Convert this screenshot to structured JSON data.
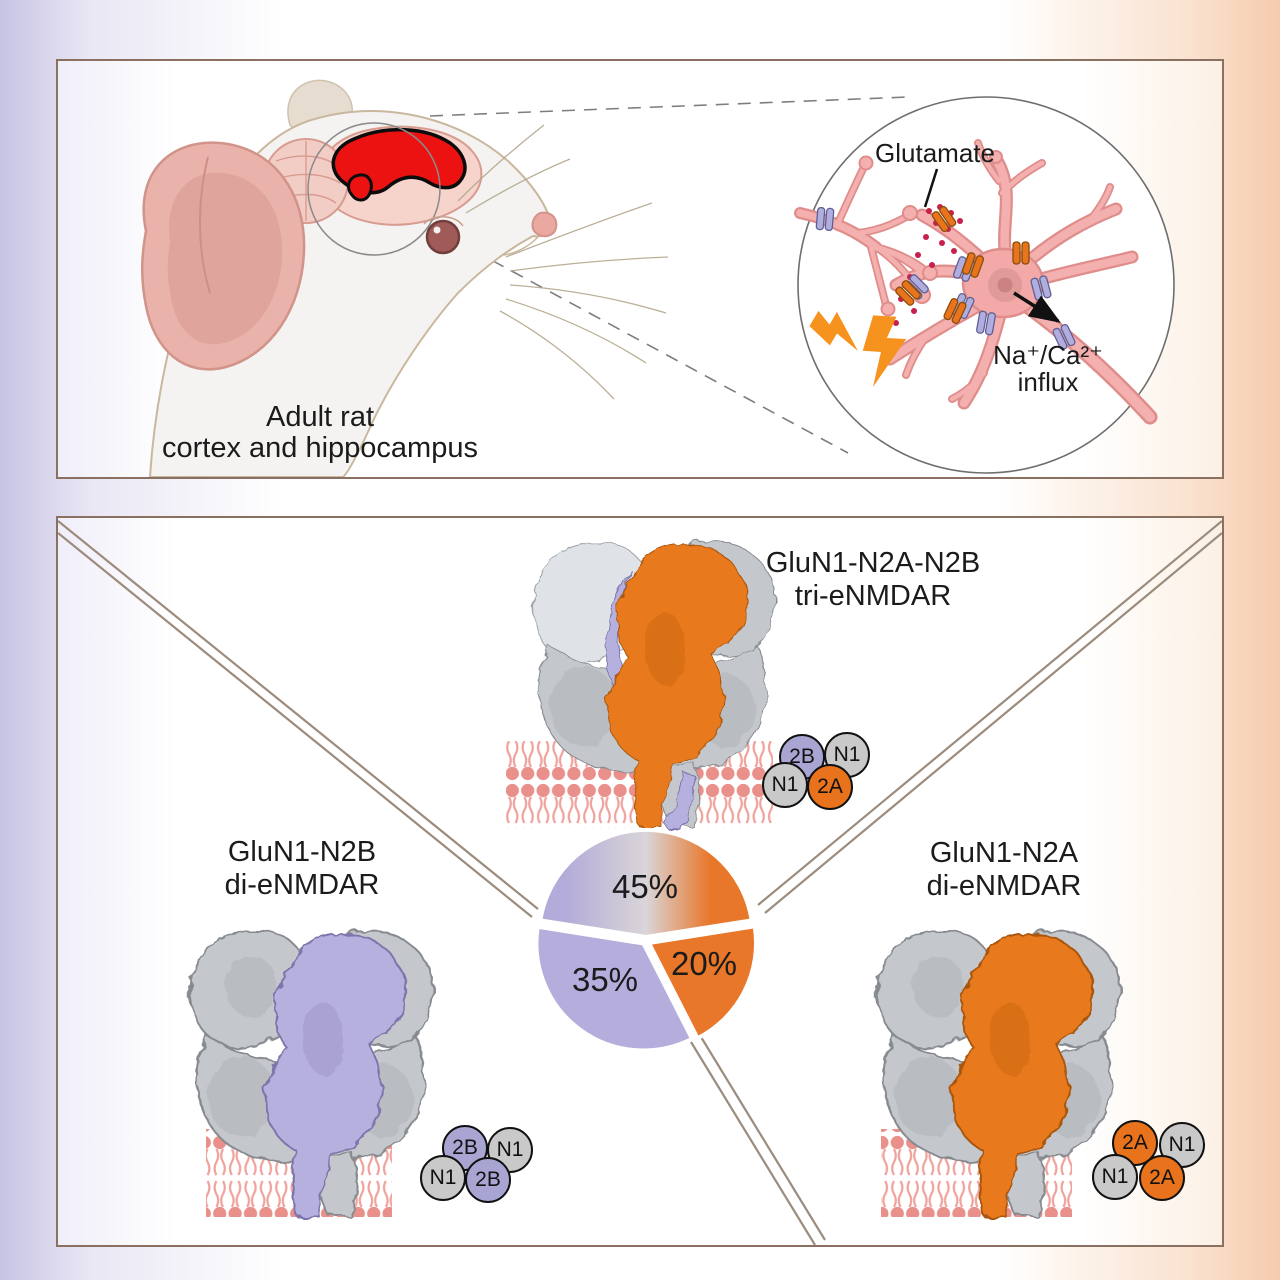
{
  "figure": {
    "top_panel": {
      "caption": {
        "line1": "Adult rat",
        "line2": "cortex and hippocampus"
      },
      "inset": {
        "glutamate_label": "Glutamate",
        "influx": {
          "line1": "Na⁺/Ca²⁺",
          "line2": "influx"
        }
      }
    },
    "bottom_panel": {
      "tri": {
        "title_line1": "GluN1-N2A-N2B",
        "title_line2": "tri-eNMDAR",
        "badges": [
          "2B",
          "N1",
          "N1",
          "2A"
        ],
        "share": "45%"
      },
      "left_di": {
        "title_line1": "GluN1-N2B",
        "title_line2": "di-eNMDAR",
        "badges": [
          "2B",
          "N1",
          "N1",
          "2B"
        ],
        "share": "35%"
      },
      "right_di": {
        "title_line1": "GluN1-N2A",
        "title_line2": "di-eNMDAR",
        "badges": [
          "2A",
          "N1",
          "N1",
          "2A"
        ],
        "share": "20%"
      }
    }
  },
  "chart_data": {
    "type": "pie",
    "title": "",
    "slices": [
      {
        "label": "GluN1-N2A-N2B tri-eNMDAR",
        "value": 45,
        "display": "45%",
        "color": "gradient #b3abd9 to #e8772a"
      },
      {
        "label": "GluN1-N2B di-eNMDAR",
        "value": 35,
        "display": "35%",
        "color": "#b5aedd"
      },
      {
        "label": "GluN1-N2A di-eNMDAR",
        "value": 20,
        "display": "20%",
        "color": "#e8772a"
      }
    ],
    "legend_position": "none",
    "labels_inside": true
  },
  "colors": {
    "n2a_orange": "#e8731c",
    "n2b_lavender": "#a9a5d2",
    "n1_gray": "#c9c9c9",
    "pie_orange": "#e8772a",
    "pie_lavender": "#b5aedd",
    "membrane_pink": "#ea908a",
    "neuron_pink": "#f2a9a7",
    "brain_region_red": "#ed1212",
    "lightning_orange": "#f6921e",
    "fold_line_brown": "#9b8c7d",
    "panel_border": "#8a7060",
    "bg_left": "#c7c3e4",
    "bg_right": "#f5cbae"
  }
}
